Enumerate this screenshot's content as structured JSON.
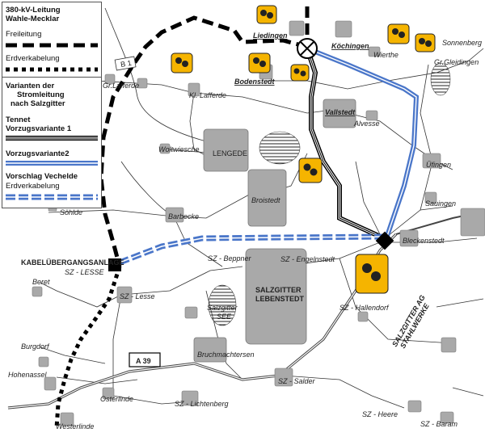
{
  "legend": {
    "title_line1": "380-kV-Leitung",
    "title_line2": "Wahle-Mecklar",
    "freileitung": "Freileitung",
    "erdverkabelung": "Erdverkabelung",
    "varianten_line1": "Varianten der",
    "varianten_line2": "Stromleitung",
    "varianten_line3": "nach Salzgitter",
    "tennet": "Tennet",
    "vorzugsvariante1": "Vorzugsvariante 1",
    "vorzugsvariante2": "Vorzugsvariante2",
    "vorschlag": "Vorschlag Vechelde",
    "erdverkabelung2": "Erdverkabelung"
  },
  "places": {
    "liedingen": "Liedingen",
    "koechingen": "Köchingen",
    "wierthe": "Wierthe",
    "sonnenberg": "Sonnenberg",
    "gr_gleidingen": "Gr.Gleidingen",
    "bodenstedt": "Bodenstedt",
    "vallstedt": "Vallstedt",
    "alvesse": "Alvesse",
    "gr_lafferde": "Gr.Lafferde",
    "kl_lafferde": "Kl. Lafferde",
    "woltwiesche": "Woltwiesche",
    "lengede": "LENGEDE",
    "broistedt": "Broistedt",
    "uefingen": "Üfingen",
    "sauingen": "Sauingen",
    "soehlde": "Söhlde",
    "barbecke": "Barbecke",
    "bleckenstedt": "Bleckenstedt",
    "kabel_line1": "KABELÜBERGANGSANLAGE",
    "kabel_line2": "SZ - LESSE",
    "sz_beppner": "SZ - Beppner",
    "sz_engelnstedt": "SZ - Engelnstedt",
    "beret": "Beret",
    "sz_lesse": "SZ - Lesse",
    "salzgitter_leb_line1": "SALZGITTER",
    "salzgitter_leb_line2": "LEBENSTEDT",
    "salzgitter_see_line1": "Salzgitter",
    "salzgitter_see_line2": "SEE",
    "sz_hallendorf": "SZ - Hallendorf",
    "stahlwerke_line1": "SALZGITTER AG",
    "stahlwerke_line2": "STAHLWERKE",
    "burgdorf": "Burgdorf",
    "bruchmachtersen": "Bruchmachtersen",
    "a39": "A 39",
    "hohenassel": "Hohenassel",
    "sz_salder": "SZ - Salder",
    "osterlinde": "Osterlinde",
    "sz_lichtenberg": "SZ - Lichtenberg",
    "sz_heere": "SZ - Heere",
    "westerlinde": "Westerlinde",
    "sz_baram": "SZ - Baram",
    "b1": "B 1"
  },
  "colors": {
    "blue_line": "#4a76c9",
    "gray_area": "#a9a9a9",
    "warning_yellow": "#f5b400"
  },
  "icons": [
    "warning-icon",
    "substation-icon",
    "woodland-icon"
  ]
}
